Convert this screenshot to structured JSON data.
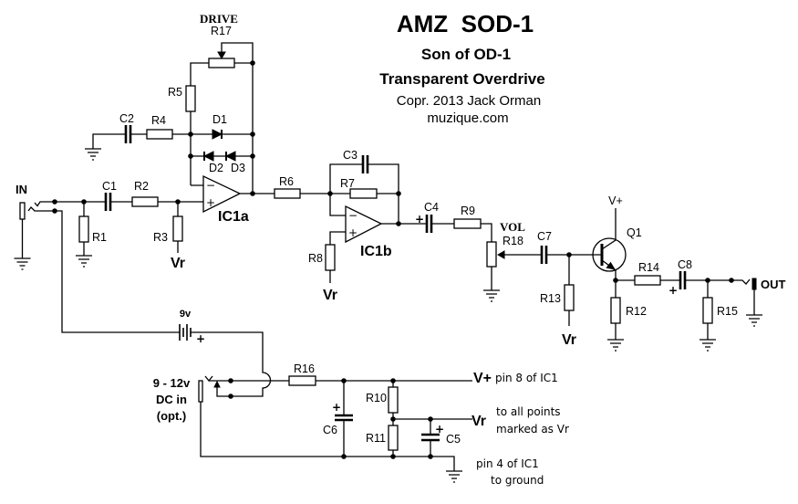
{
  "title": {
    "main": "AMZ  SOD-1",
    "subtitle": "Son of OD-1",
    "tagline": "Transparent Overdrive",
    "copyright": "Copr. 2013 Jack Orman",
    "website": "muzique.com"
  },
  "controls": {
    "drive": "DRIVE",
    "volume": "VOL"
  },
  "io": {
    "input": "IN",
    "output": "OUT",
    "battery": "9v",
    "dc_in": [
      "9 - 12v",
      "DC in",
      "(opt.)"
    ]
  },
  "components": {
    "r1": "R1",
    "r2": "R2",
    "r3": "R3",
    "r4": "R4",
    "r5": "R5",
    "r6": "R6",
    "r7": "R7",
    "r8": "R8",
    "r9": "R9",
    "r10": "R10",
    "r11": "R11",
    "r12": "R12",
    "r13": "R13",
    "r14": "R14",
    "r15": "R15",
    "r16": "R16",
    "r17": "R17",
    "r18": "R18",
    "c1": "C1",
    "c2": "C2",
    "c3": "C3",
    "c4": "C4",
    "c5": "C5",
    "c6": "C6",
    "c7": "C7",
    "c8": "C8",
    "d1": "D1",
    "d2": "D2",
    "d3": "D3",
    "ic1a": "IC1a",
    "ic1b": "IC1b",
    "q1": "Q1"
  },
  "opamp_inputs": {
    "minus": "−",
    "plus": "+"
  },
  "polarity_mark": "+",
  "rails": {
    "vplus": "V+",
    "vr": "Vr"
  },
  "notes": {
    "vplus": "pin 8 of IC1",
    "vr": [
      "to all points",
      "marked as Vr"
    ],
    "ground": [
      "pin 4 of IC1",
      "to ground"
    ]
  }
}
